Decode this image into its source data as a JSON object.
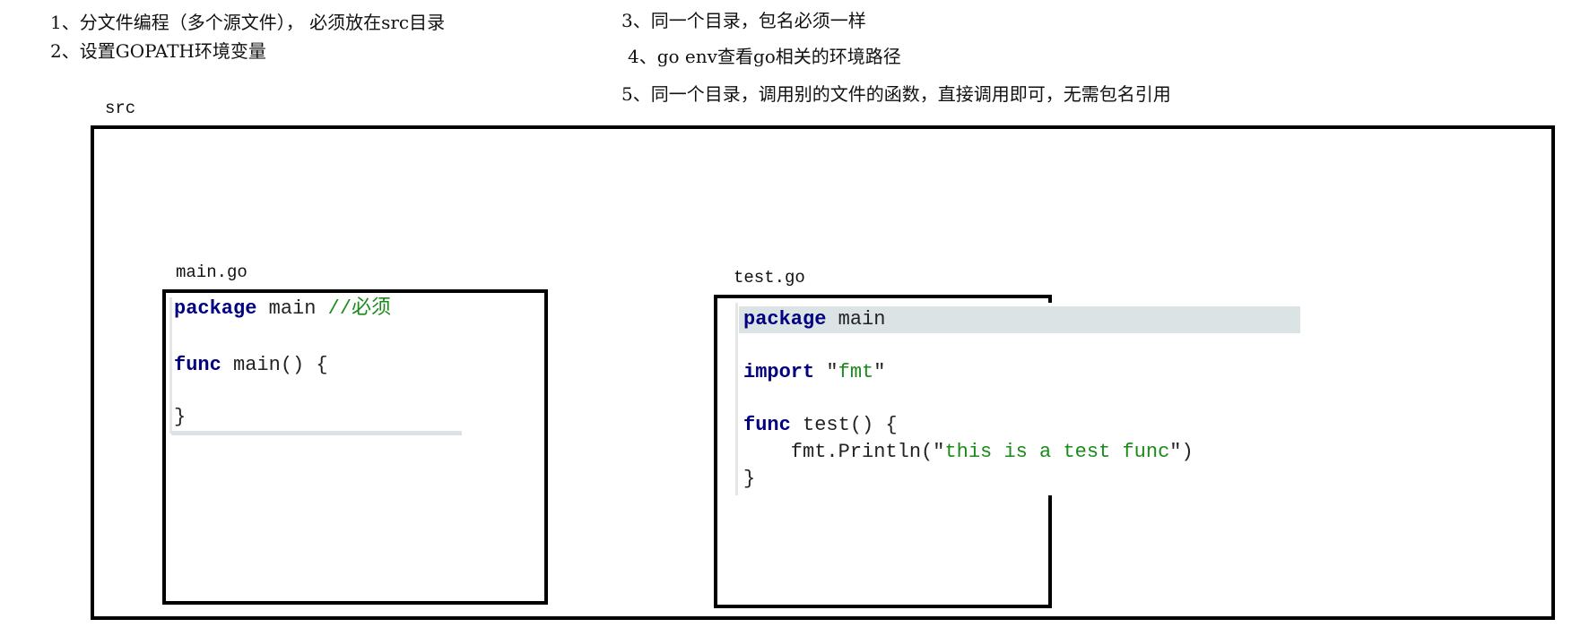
{
  "notes": {
    "n1": "1、分文件编程（多个源文件）， 必须放在src目录",
    "n2": "2、设置GOPATH环境变量",
    "n3": "3、同一个目录，包名必须一样",
    "n4": "4、go env查看go相关的环境路径",
    "n5": "5、同一个目录，调用别的文件的函数，直接调用即可，无需包名引用"
  },
  "src_label": "src",
  "main_file": {
    "name": "main.go",
    "l1_kw": "package",
    "l1_rest": " main ",
    "l1_comment": "//必须",
    "l2_kw": "func",
    "l2_rest": " main() {",
    "l3": "}"
  },
  "test_file": {
    "name": "test.go",
    "l1_kw": "package",
    "l1_rest": " main",
    "l2_kw": "import",
    "l2_q1": " \"",
    "l2_str": "fmt",
    "l2_q2": "\"",
    "l3_kw": "func",
    "l3_rest": " test() {",
    "l4_pre": "    fmt.Println(\"",
    "l4_str": "this is a test func",
    "l4_post": "\")",
    "l5": "}"
  },
  "colors": {
    "keyword": "#000080",
    "string": "#1a8a1a",
    "highlight": "#dce3e5"
  }
}
